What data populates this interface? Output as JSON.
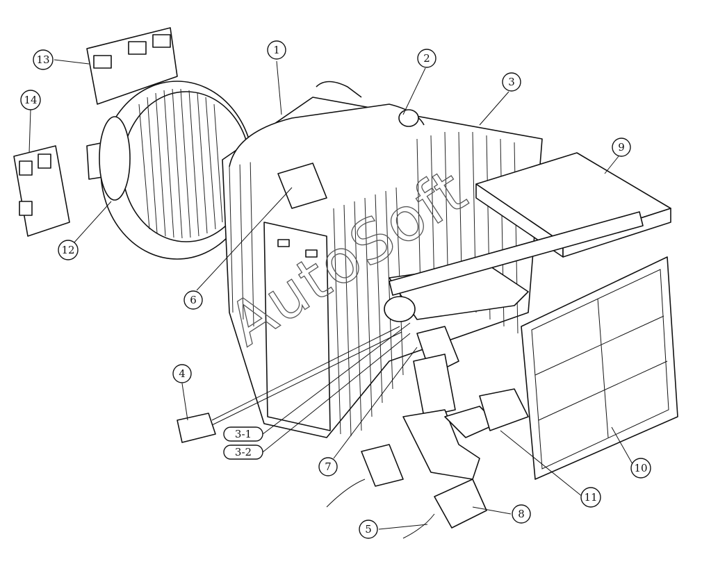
{
  "watermark": "AutoSoft",
  "callouts": [
    {
      "id": "c1",
      "label": "1"
    },
    {
      "id": "c2",
      "label": "2"
    },
    {
      "id": "c3",
      "label": "3"
    },
    {
      "id": "c4",
      "label": "4"
    },
    {
      "id": "c5",
      "label": "5"
    },
    {
      "id": "c6",
      "label": "6"
    },
    {
      "id": "c7",
      "label": "7"
    },
    {
      "id": "c8",
      "label": "8"
    },
    {
      "id": "c9",
      "label": "9"
    },
    {
      "id": "c10",
      "label": "10"
    },
    {
      "id": "c11",
      "label": "11"
    },
    {
      "id": "c12",
      "label": "12"
    },
    {
      "id": "c13",
      "label": "13"
    },
    {
      "id": "c14",
      "label": "14"
    },
    {
      "id": "c3-1",
      "label": "3-1"
    },
    {
      "id": "c3-2",
      "label": "3-2"
    }
  ]
}
